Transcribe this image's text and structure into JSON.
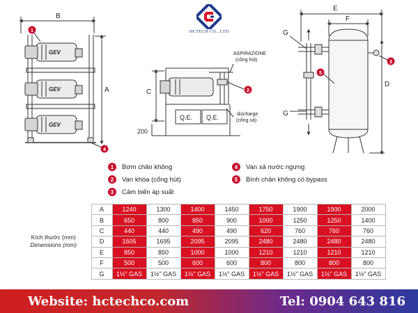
{
  "logo": {
    "company": "HCTECH CO., LTD"
  },
  "labels": {
    "A": "A",
    "B": "B",
    "C": "C",
    "D": "D",
    "E": "E",
    "F": "F",
    "G": "G",
    "dim_200": "200",
    "qe": "Q.E.",
    "aspirazione": "ASPIRAZIONE",
    "aspirazione_vi": "(cổng hút)",
    "discharge": "discharge",
    "discharge_vi": "(cổng xả)",
    "brand": "GEV",
    "m1": "1",
    "m2": "2",
    "m3": "3",
    "m4": "4",
    "m5": "5"
  },
  "legend": [
    {
      "marker": "1",
      "text": "Bơm chân không"
    },
    {
      "marker": "2",
      "text": "Van khóa (cổng hút)"
    },
    {
      "marker": "3",
      "text": "Cảm biến áp suất"
    },
    {
      "marker": "4",
      "text": "Van xả nước ngưng"
    },
    {
      "marker": "5",
      "text": "Bình chân không có bypass"
    }
  ],
  "table": {
    "side_label_vi": "Kích thước (mm)",
    "side_label_en": "Dimensions (mm)",
    "rows": [
      {
        "label": "A",
        "values": [
          "1240",
          "1300",
          "1400",
          "1450",
          "1750",
          "1900",
          "1900",
          "2000"
        ]
      },
      {
        "label": "B",
        "values": [
          "650",
          "800",
          "850",
          "900",
          "1000",
          "1250",
          "1250",
          "1400"
        ]
      },
      {
        "label": "C",
        "values": [
          "440",
          "440",
          "490",
          "490",
          "620",
          "760",
          "760",
          "760"
        ]
      },
      {
        "label": "D",
        "values": [
          "1605",
          "1695",
          "2095",
          "2095",
          "2480",
          "2480",
          "2480",
          "2480"
        ]
      },
      {
        "label": "E",
        "values": [
          "850",
          "850",
          "1000",
          "1000",
          "1210",
          "1210",
          "1210",
          "1210"
        ]
      },
      {
        "label": "F",
        "values": [
          "500",
          "500",
          "600",
          "600",
          "800",
          "800",
          "800",
          "800"
        ]
      },
      {
        "label": "G",
        "values": [
          "1½\" GAS",
          "1½\" GAS",
          "1½\" GAS",
          "1½\" GAS",
          "1½\" GAS",
          "1½\" GAS",
          "1½\" GAS",
          "1½\" GAS"
        ]
      }
    ],
    "highlight_color": "#d91021"
  },
  "footer": {
    "website": "Website: hctechco.com",
    "phone": "Tel: 0904 643 816"
  },
  "colors": {
    "accent": "#c8102e",
    "line": "#333333"
  }
}
